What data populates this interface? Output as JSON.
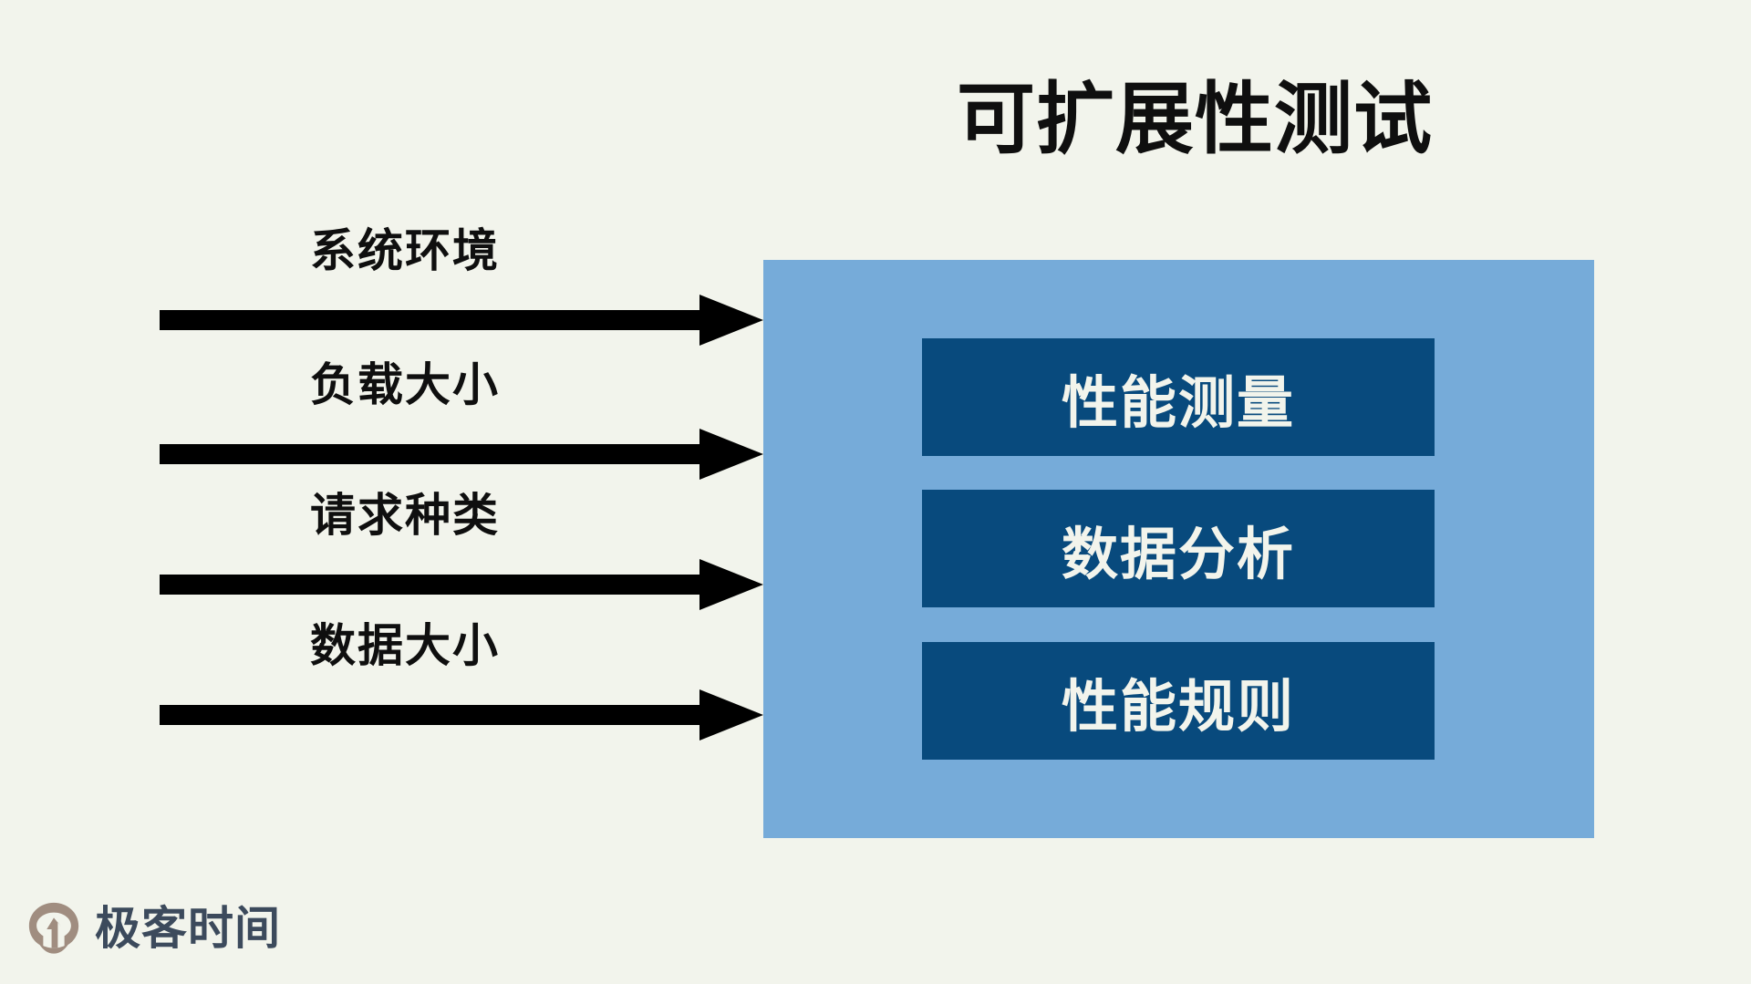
{
  "slide": {
    "background_color": "#f2f4ec",
    "title": "可扩展性测试"
  },
  "inputs": {
    "items": [
      {
        "label": "系统环境",
        "arrow": "arrow-right-icon"
      },
      {
        "label": "负载大小",
        "arrow": "arrow-right-icon"
      },
      {
        "label": "请求种类",
        "arrow": "arrow-right-icon"
      },
      {
        "label": "数据大小",
        "arrow": "arrow-right-icon"
      }
    ]
  },
  "panel": {
    "fill_color": "#76abd9",
    "box_fill_color": "#084a7d",
    "box_text_color": "#f2f4ec",
    "boxes": [
      {
        "label": "性能测量"
      },
      {
        "label": "数据分析"
      },
      {
        "label": "性能规则"
      }
    ]
  },
  "branding": {
    "logo_text": "极客时间",
    "logo_mark_color": "#a08d80",
    "logo_text_color": "#3c4a5c"
  }
}
